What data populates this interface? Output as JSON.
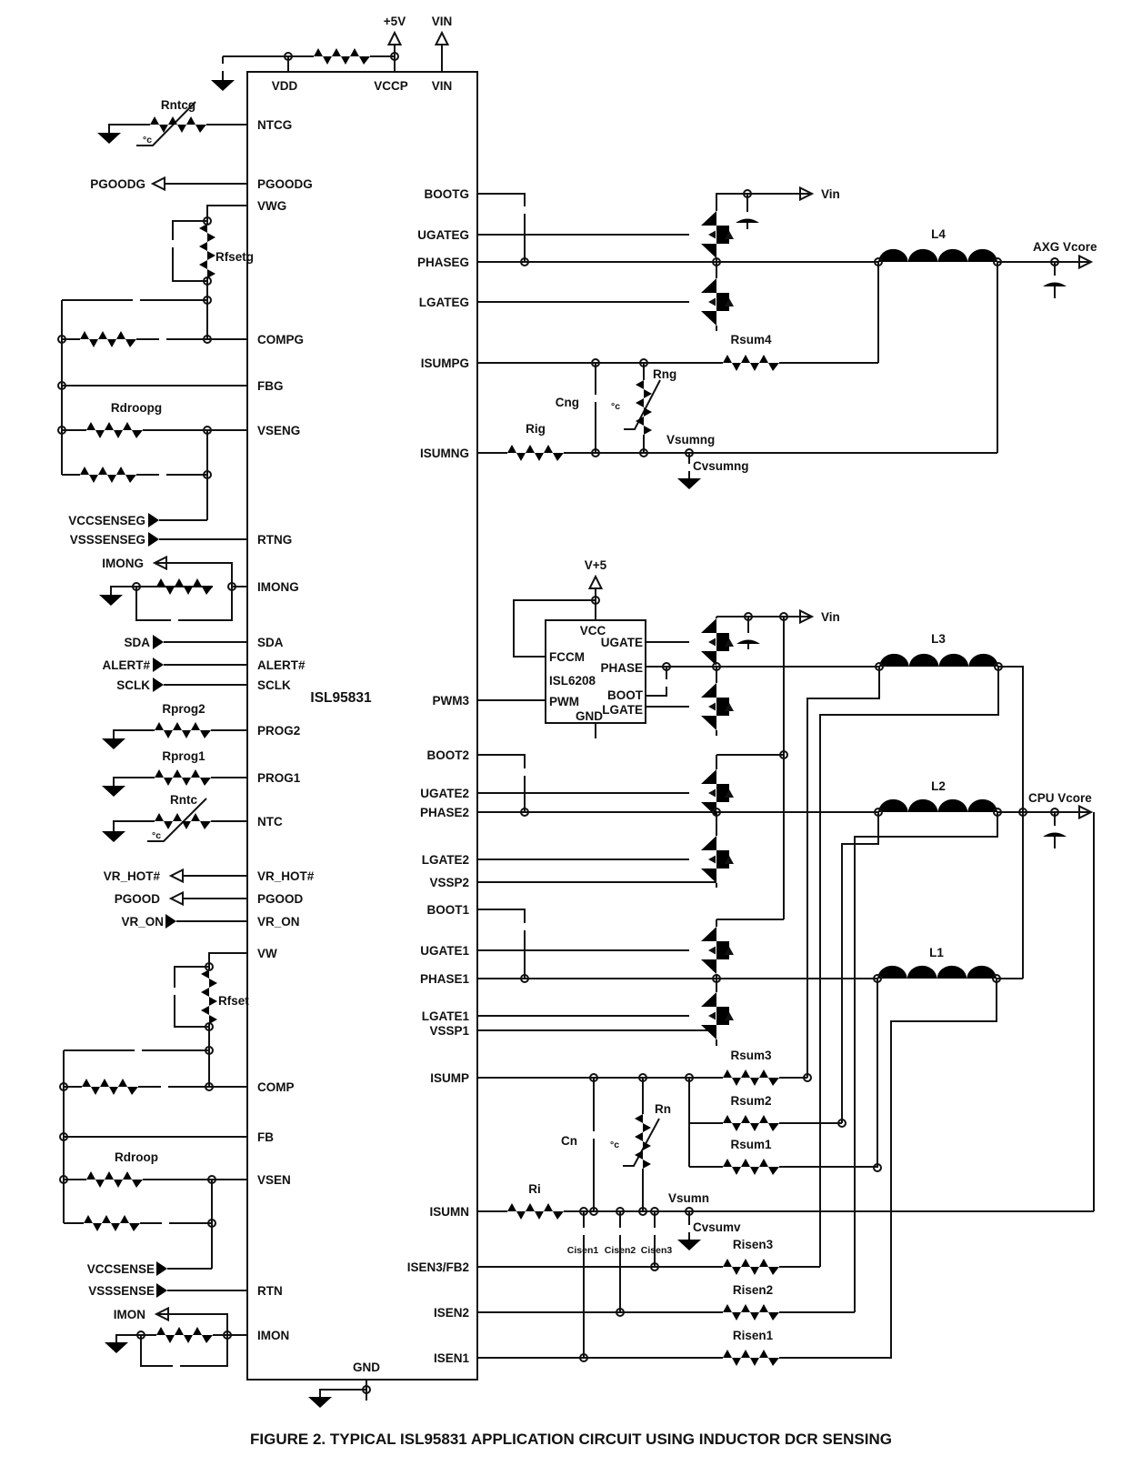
{
  "figure": {
    "caption": "FIGURE 2.  TYPICAL ISL95831 APPLICATION CIRCUIT USING INDUCTOR DCR SENSING"
  },
  "power": {
    "plus5v": "+5V",
    "vin_top": "VIN",
    "vin_g": "Vin",
    "vin_3": "Vin",
    "v_plus5": "V+5",
    "axg_vcore": "AXG Vcore",
    "cpu_vcore": "CPU Vcore"
  },
  "main_ic": {
    "part": "ISL95831",
    "top_pins": {
      "vdd": "VDD",
      "vccp": "VCCP",
      "vin": "VIN"
    },
    "left_pins": {
      "ntcg": "NTCG",
      "pgoodg": "PGOODG",
      "vwg": "VWG",
      "compg": "COMPG",
      "fbg": "FBG",
      "vseng": "VSENG",
      "rtng": "RTNG",
      "imong": "IMONG",
      "sda": "SDA",
      "alert": "ALERT#",
      "sclk": "SCLK",
      "prog2": "PROG2",
      "prog1": "PROG1",
      "ntc": "NTC",
      "vr_hot": "VR_HOT#",
      "pgood": "PGOOD",
      "vr_on": "VR_ON",
      "vw": "VW",
      "comp": "COMP",
      "fb": "FB",
      "vsen": "VSEN",
      "rtn": "RTN",
      "imon": "IMON"
    },
    "right_pins": {
      "bootg": "BOOTG",
      "ugateg": "UGATEG",
      "phaseg": "PHASEG",
      "lgateg": "LGATEG",
      "isumpg": "ISUMPG",
      "isumng": "ISUMNG",
      "pwm3": "PWM3",
      "boot2": "BOOT2",
      "ugate2": "UGATE2",
      "phase2": "PHASE2",
      "lgate2": "LGATE2",
      "vssp2": "VSSP2",
      "boot1": "BOOT1",
      "ugate1": "UGATE1",
      "phase1": "PHASE1",
      "lgate1": "LGATE1",
      "vssp1": "VSSP1",
      "isump": "ISUMP",
      "isumn": "ISUMN",
      "isen3_fb2": "ISEN3/FB2",
      "isen2": "ISEN2",
      "isen1": "ISEN1"
    },
    "bottom_pins": {
      "gnd": "GND"
    }
  },
  "driver_ic": {
    "part": "ISL6208",
    "pins": {
      "vcc": "VCC",
      "ugate": "UGATE",
      "fccm": "FCCM",
      "phase": "PHASE",
      "boot": "BOOT",
      "pwm": "PWM",
      "lgate": "LGATE",
      "gnd": "GND"
    }
  },
  "external_signals": {
    "pgoodg": "PGOODG",
    "vccsenseg": "VCCSENSEG",
    "vsssenseg": "VSSSENSEG",
    "imong": "IMONG",
    "sda": "SDA",
    "alert": "ALERT#",
    "sclk": "SCLK",
    "vr_hot": "VR_HOT#",
    "pgood": "PGOOD",
    "vr_on": "VR_ON",
    "vccsense": "VCCSENSE",
    "vsssense": "VSSSENSE",
    "imon": "IMON"
  },
  "components": {
    "rntcg": "Rntcg",
    "rfsetg": "Rfsetg",
    "rdroopg": "Rdroopg",
    "rprog2": "Rprog2",
    "rprog1": "Rprog1",
    "rntc": "Rntc",
    "rfset": "Rfset",
    "rdroop": "Rdroop",
    "rsum4": "Rsum4",
    "cng": "Cng",
    "rng": "Rng",
    "rig": "Rig",
    "vsumng": "Vsumng",
    "cvsumng": "Cvsumng",
    "l4": "L4",
    "l3": "L3",
    "l2": "L2",
    "l1": "L1",
    "rsum3": "Rsum3",
    "rsum2": "Rsum2",
    "rsum1": "Rsum1",
    "cn": "Cn",
    "rn": "Rn",
    "ri": "Ri",
    "vsumn": "Vsumn",
    "cvsumv": "Cvsumv",
    "cisen1": "Cisen1",
    "cisen2": "Cisen2",
    "cisen3": "Cisen3",
    "risen3": "Risen3",
    "risen2": "Risen2",
    "risen1": "Risen1",
    "deg_c": "°c"
  },
  "colors": {
    "ink": "#111111",
    "background": "#ffffff"
  }
}
